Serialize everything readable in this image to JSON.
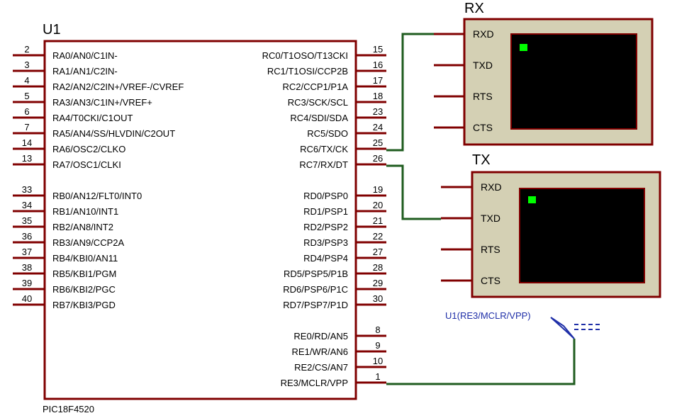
{
  "colors": {
    "component_outline": "#800000",
    "component_fill": "#d4d0b4",
    "wire": "#1f5c1f",
    "screen": "#000000",
    "cursor": "#00ff00",
    "probe": "#1f2fa8"
  },
  "chip": {
    "ref": "U1",
    "part": "PIC18F4520",
    "left_pins": [
      {
        "num": "2",
        "name": "RA0/AN0/C1IN-"
      },
      {
        "num": "3",
        "name": "RA1/AN1/C2IN-"
      },
      {
        "num": "4",
        "name": "RA2/AN2/C2IN+/VREF-/CVREF"
      },
      {
        "num": "5",
        "name": "RA3/AN3/C1IN+/VREF+"
      },
      {
        "num": "6",
        "name": "RA4/T0CKI/C1OUT"
      },
      {
        "num": "7",
        "name": "RA5/AN4/SS/HLVDIN/C2OUT"
      },
      {
        "num": "14",
        "name": "RA6/OSC2/CLKO"
      },
      {
        "num": "13",
        "name": "RA7/OSC1/CLKI"
      },
      {
        "num": "33",
        "name": "RB0/AN12/FLT0/INT0"
      },
      {
        "num": "34",
        "name": "RB1/AN10/INT1"
      },
      {
        "num": "35",
        "name": "RB2/AN8/INT2"
      },
      {
        "num": "36",
        "name": "RB3/AN9/CCP2A"
      },
      {
        "num": "37",
        "name": "RB4/KBI0/AN11"
      },
      {
        "num": "38",
        "name": "RB5/KBI1/PGM"
      },
      {
        "num": "39",
        "name": "RB6/KBI2/PGC"
      },
      {
        "num": "40",
        "name": "RB7/KBI3/PGD"
      }
    ],
    "right_pins": [
      {
        "num": "15",
        "name": "RC0/T1OSO/T13CKI"
      },
      {
        "num": "16",
        "name": "RC1/T1OSI/CCP2B"
      },
      {
        "num": "17",
        "name": "RC2/CCP1/P1A"
      },
      {
        "num": "18",
        "name": "RC3/SCK/SCL"
      },
      {
        "num": "23",
        "name": "RC4/SDI/SDA"
      },
      {
        "num": "24",
        "name": "RC5/SDO"
      },
      {
        "num": "25",
        "name": "RC6/TX/CK"
      },
      {
        "num": "26",
        "name": "RC7/RX/DT"
      },
      {
        "num": "19",
        "name": "RD0/PSP0"
      },
      {
        "num": "20",
        "name": "RD1/PSP1"
      },
      {
        "num": "21",
        "name": "RD2/PSP2"
      },
      {
        "num": "22",
        "name": "RD3/PSP3"
      },
      {
        "num": "27",
        "name": "RD4/PSP4"
      },
      {
        "num": "28",
        "name": "RD5/PSP5/P1B"
      },
      {
        "num": "29",
        "name": "RD6/PSP6/P1C"
      },
      {
        "num": "30",
        "name": "RD7/PSP7/P1D"
      },
      {
        "num": "8",
        "name": "RE0/RD/AN5"
      },
      {
        "num": "9",
        "name": "RE1/WR/AN6"
      },
      {
        "num": "10",
        "name": "RE2/CS/AN7"
      },
      {
        "num": "1",
        "name": "RE3/MCLR/VPP"
      }
    ]
  },
  "terminals": [
    {
      "title": "RX",
      "pins": [
        "RXD",
        "TXD",
        "RTS",
        "CTS"
      ]
    },
    {
      "title": "TX",
      "pins": [
        "RXD",
        "TXD",
        "RTS",
        "CTS"
      ]
    }
  ],
  "probe": {
    "label": "U1(RE3/MCLR/VPP)"
  }
}
